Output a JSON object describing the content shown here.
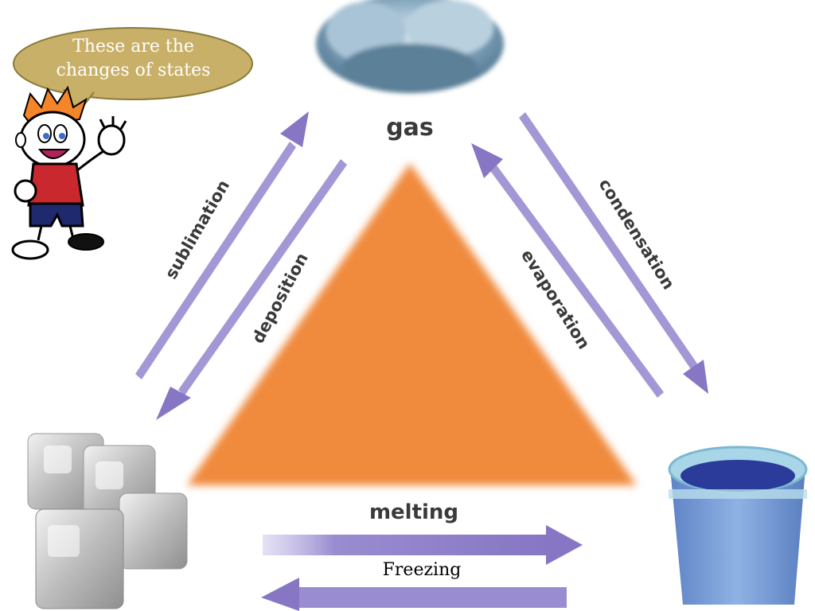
{
  "speech_bubble": {
    "line1": "These are the",
    "line2": "changes of states"
  },
  "states": {
    "top": "gas"
  },
  "processes": {
    "sublimation": "sublimation",
    "deposition": "deposition",
    "condensation": "condensation",
    "evaporation": "evaporation",
    "melting": "melting",
    "freezing": "Freezing"
  },
  "colors": {
    "arrow": "#9a8cd0",
    "triangle": "#f08a3c",
    "bubble": "#c9b068",
    "bubble_text": "#ffffff"
  }
}
